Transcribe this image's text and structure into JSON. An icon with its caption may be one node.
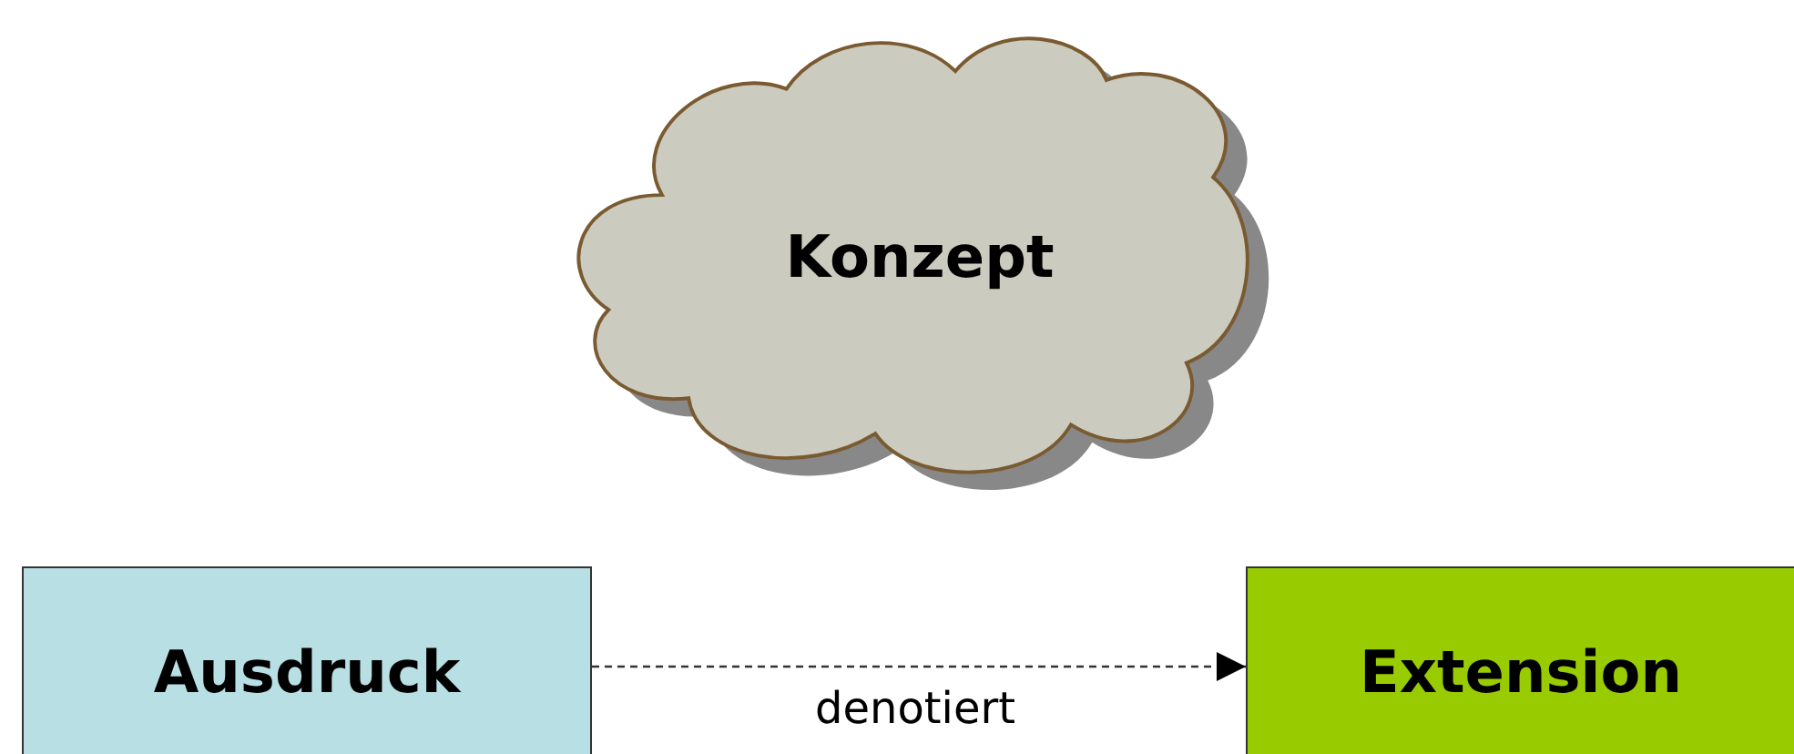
{
  "diagram": {
    "nodes": [
      {
        "text": [
          "Konzept"
        ]
      },
      {
        "text": [
          "Ausdruck"
        ]
      },
      {
        "text": [
          "Extension"
        ]
      }
    ],
    "edges": [
      {
        "from": 1,
        "to": 2,
        "arrow": "to",
        "label": "denotiert",
        "style": "dashed"
      }
    ]
  }
}
